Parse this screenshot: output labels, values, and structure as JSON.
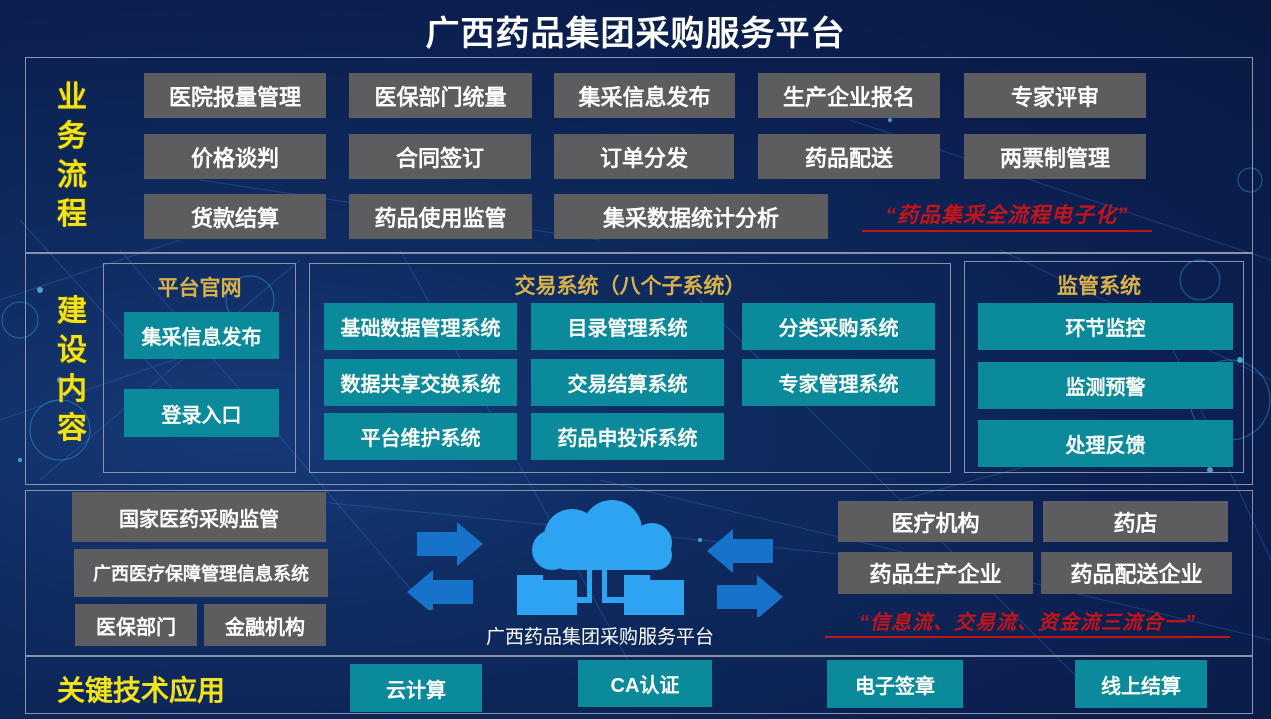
{
  "title": "广西药品集团采购服务平台",
  "business_process": {
    "label": "业务流程",
    "label_chars": [
      "业",
      "务",
      "流",
      "程"
    ],
    "items": [
      "医院报量管理",
      "医保部门统量",
      "集采信息发布",
      "生产企业报名",
      "专家评审",
      "价格谈判",
      "合同签订",
      "订单分发",
      "药品配送",
      "两票制管理",
      "货款结算",
      "药品使用监管",
      "集采数据统计分析"
    ],
    "slogan": "“药品集采全流程电子化”"
  },
  "construction": {
    "label": "建设内容",
    "label_chars": [
      "建",
      "设",
      "内",
      "容"
    ],
    "official_site": {
      "title": "平台官网",
      "items": [
        "集采信息发布",
        "登录入口"
      ]
    },
    "trading_system": {
      "title": "交易系统（八个子系统）",
      "items": [
        "基础数据管理系统",
        "目录管理系统",
        "分类采购系统",
        "数据共享交换系统",
        "交易结算系统",
        "专家管理系统",
        "平台维护系统",
        "药品申投诉系统"
      ]
    },
    "supervision_system": {
      "title": "监管系统",
      "items": [
        "环节监控",
        "监测预警",
        "处理反馈"
      ]
    }
  },
  "integration": {
    "left_items": [
      "国家医药采购监管",
      "广西医疗保障管理信息系统",
      "医保部门",
      "金融机构"
    ],
    "cloud_caption": "广西药品集团采购服务平台",
    "right_items": [
      "医疗机构",
      "药店",
      "药品生产企业",
      "药品配送企业"
    ],
    "slogan": "“信息流、交易流、资金流三流合一”"
  },
  "key_tech": {
    "label": "关键技术应用",
    "items": [
      "云计算",
      "CA认证",
      "电子签章",
      "线上结算"
    ]
  },
  "colors": {
    "background": "#0b1f4f",
    "gray_box": "#5d5d5f",
    "teal_box": "#0a8a9a",
    "yellow_label": "#f2e21a",
    "gold_title": "#d9b24a",
    "slogan_red": "#c4141b",
    "cloud_blue": "#2ea3f2",
    "arrow_blue": "#0f6fc6"
  }
}
